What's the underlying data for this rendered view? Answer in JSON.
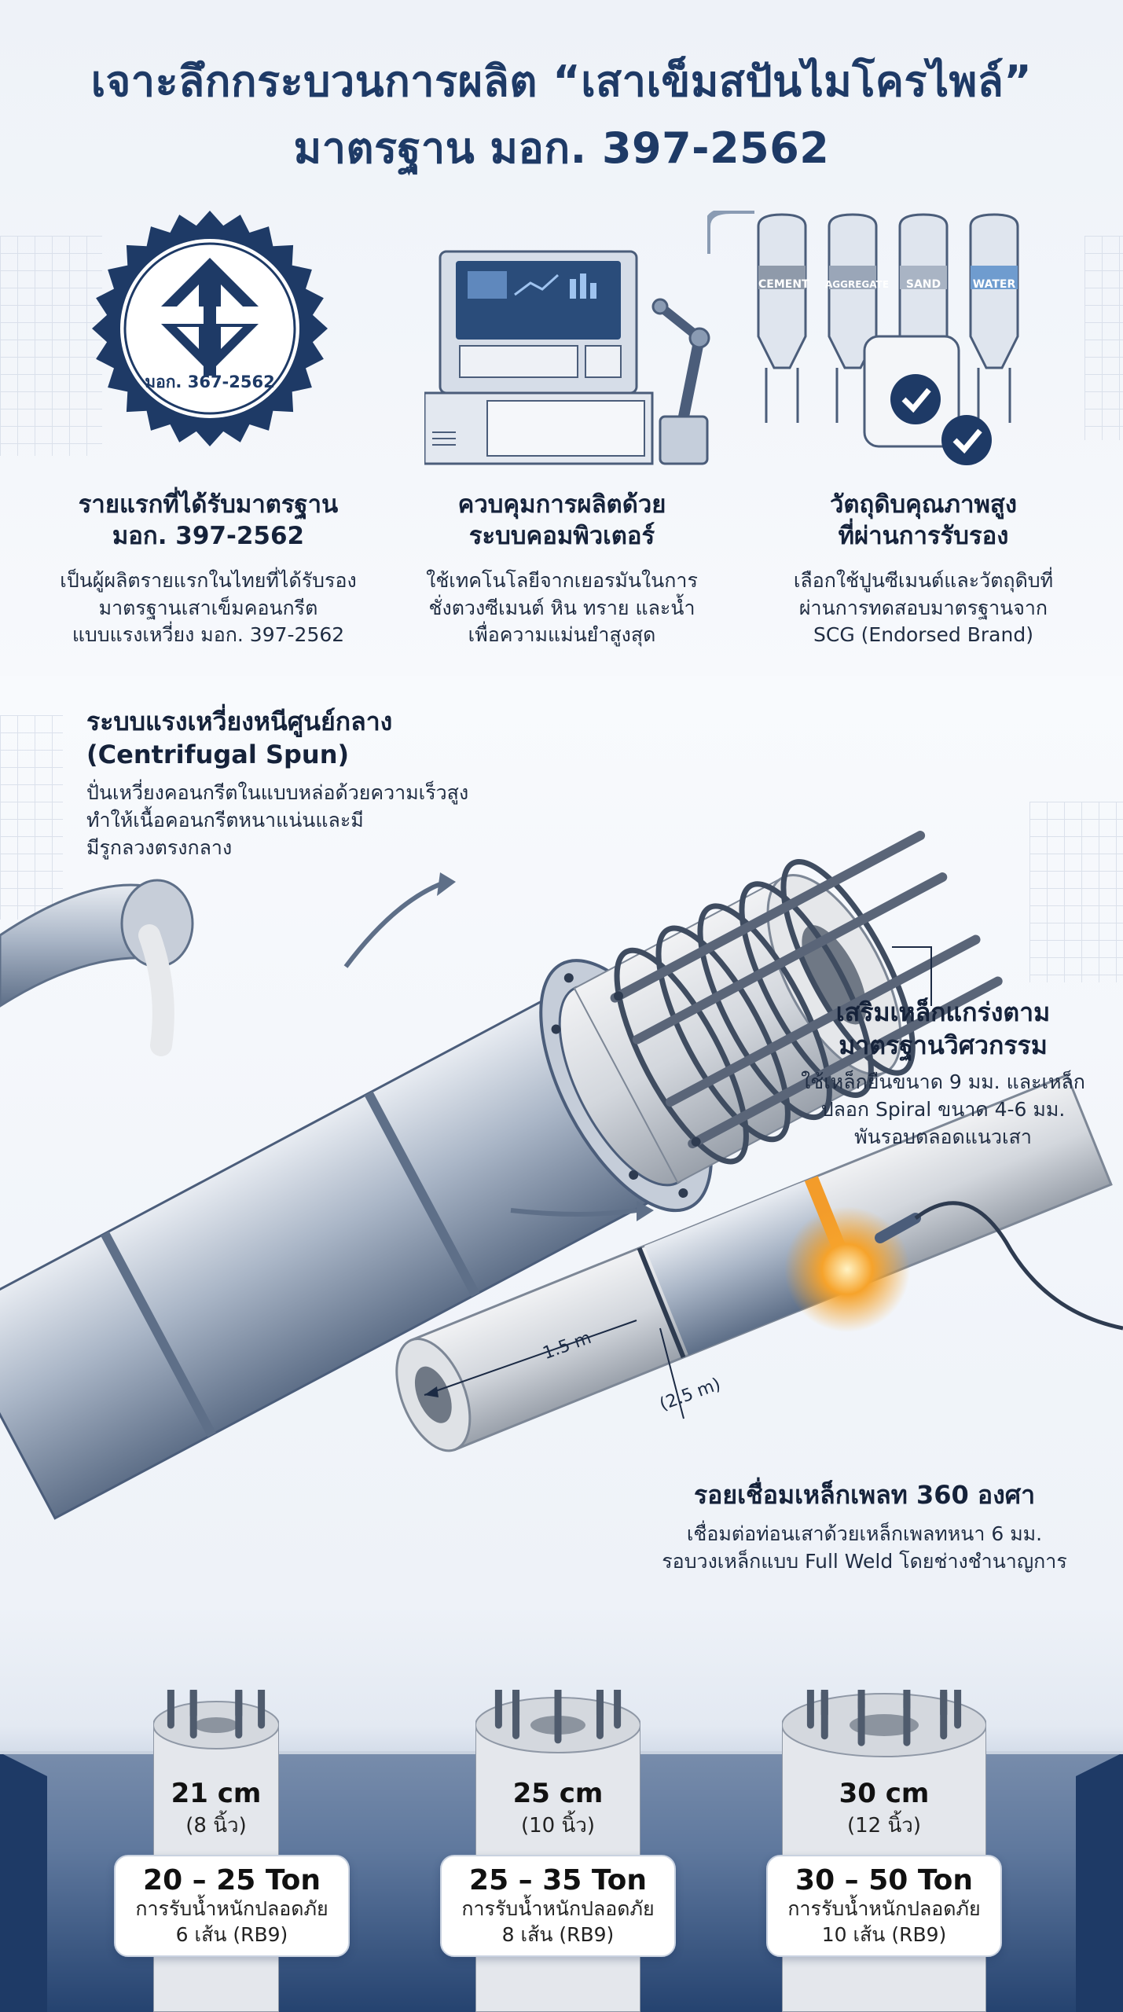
{
  "header": {
    "title_line1": "เจาะลึกกระบวนการผลิต “เสาเข็มสปันไมโครไพล์”",
    "title_line2": "มาตรฐาน มอก. 397-2562"
  },
  "seal": {
    "text": "มอก. 367-2562",
    "icon": "tisi-logo-icon"
  },
  "silos": [
    {
      "label": "CEMENT"
    },
    {
      "label": "AGGREGATE"
    },
    {
      "label": "SAND"
    },
    {
      "label": "WATER"
    }
  ],
  "features": [
    {
      "title_l1": "รายแรกที่ได้รับมาตรฐาน",
      "title_l2": "มอก. 397-2562",
      "desc_l1": "เป็นผู้ผลิตรายแรกในไทยที่ได้รับรอง",
      "desc_l2": "มาตรฐานเสาเข็มคอนกรีต",
      "desc_l3": "แบบแรงเหวี่ยง มอก. 397-2562"
    },
    {
      "title_l1": "ควบคุมการผลิตด้วย",
      "title_l2": "ระบบคอมพิวเตอร์",
      "desc_l1": "ใช้เทคโนโลยีจากเยอรมันในการ",
      "desc_l2": "ชั่งตวงซีเมนต์ หิน ทราย และน้ำ",
      "desc_l3": "เพื่อความแม่นยำสูงสุด"
    },
    {
      "title_l1": "วัตถุดิบคุณภาพสูง",
      "title_l2": "ที่ผ่านการรับรอง",
      "desc_l1": "เลือกใช้ปูนซีเมนต์และวัตถุดิบที่",
      "desc_l2": "ผ่านการทดสอบมาตรฐานจาก",
      "desc_l3": "SCG (Endorsed Brand)"
    }
  ],
  "centrifugal": {
    "title_l1": "ระบบแรงเหวี่ยงหนีศูนย์กลาง",
    "title_l2": "(Centrifugal Spun)",
    "desc_l1": "ปั่นเหวี่ยงคอนกรีตในแบบหล่อด้วยความเร็วสูง",
    "desc_l2": "ทำให้เนื้อคอนกรีตหนาแน่นและมี",
    "desc_l3": "มีรูกลวงตรงกลาง"
  },
  "reinforce": {
    "title_l1": "เสริมเหล็กแกร่งตาม",
    "title_l2": "มาตรฐานวิศวกรรม",
    "desc_l1": "ใช้เหล็กยืนขนาด 9 มม. และเหล็ก",
    "desc_l2": "ปลอก Spiral ขนาด 4-6 มม.",
    "desc_l3": "พันรอบตลอดแนวเสา"
  },
  "weld": {
    "title": "รอยเชื่อมเหล็กเพลท 360 องศา",
    "desc_l1": "เชื่อมต่อท่อนเสาด้วยเหล็กเพลทหนา 6 มม.",
    "desc_l2": "รอบวงเหล็กแบบ Full Weld โดยช่างชำนาญการ"
  },
  "dimensions": {
    "length": "1.5 m",
    "diameter": "(2.5 m)"
  },
  "piles": [
    {
      "size": "21 cm",
      "inch": "(8 นิ้ว)",
      "ton": "20 – 25 Ton",
      "load": "การรับน้ำหนักปลอดภัย",
      "bars": "6 เส้น (RB9)",
      "rod_count": 6
    },
    {
      "size": "25 cm",
      "inch": "(10 นิ้ว)",
      "ton": "25 – 35 Ton",
      "load": "การรับน้ำหนักปลอดภัย",
      "bars": "8 เส้น (RB9)",
      "rod_count": 8
    },
    {
      "size": "30 cm",
      "inch": "(12 นิ้ว)",
      "ton": "30 – 50 Ton",
      "load": "การรับน้ำหนักปลอดภัย",
      "bars": "10 เส้น (RB9)",
      "rod_count": 10
    }
  ],
  "colors": {
    "navy": "#1e3a66",
    "steel": "#8a9bb3",
    "concrete": "#d9dde3",
    "weld_glow": "#f39c2a",
    "check_badge": "#1e3a66"
  }
}
